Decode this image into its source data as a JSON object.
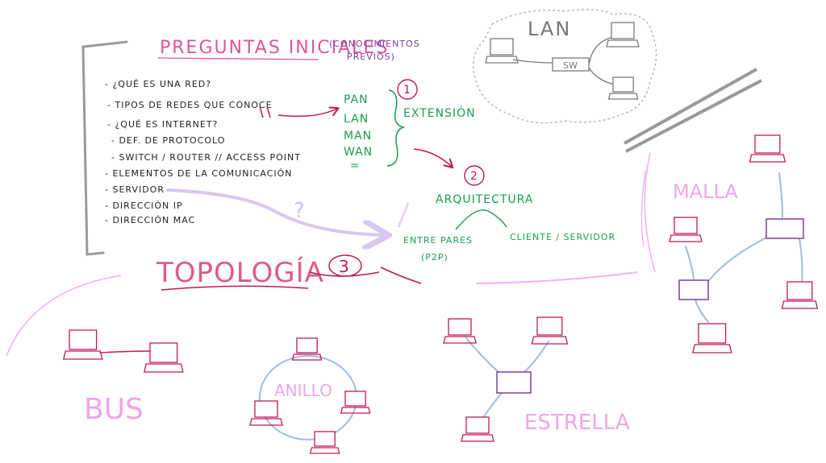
{
  "colors": {
    "magenta": "#c2185b",
    "pink": "#ee82ee",
    "green": "#1a9e4f",
    "purple": "#7b3f9e",
    "lightblue": "#8fb4d6",
    "gray": "#7a7a7a",
    "lavender": "#d9c7f0"
  },
  "header": {
    "title": "PREGUNTAS INICIALES",
    "subtitle_line1": "(CONOCIMIENTOS",
    "subtitle_line2": "PREVIOS)"
  },
  "questions": [
    "- ¿QUÉ ES UNA RED?",
    "- TIPOS DE REDES QUE CONOCE",
    "- ¿QUÉ ES INTERNET?",
    "- DEF. DE PROTOCOLO",
    "- SWITCH / ROUTER // ACCESS POINT",
    "- ELEMENTOS DE LA COMUNICACIÓN",
    "- SERVIDOR",
    "- DIRECCIÓN IP",
    "- DIRECCIÓN MAC"
  ],
  "question_mark": "?",
  "network_types": [
    "PAN",
    "LAN",
    "MAN",
    "WAN"
  ],
  "types_trailing": "=",
  "section1": {
    "number": "1",
    "label": "EXTENSIÓN"
  },
  "section2": {
    "number": "2",
    "label": "ARQUITECTURA",
    "left_line1": "ENTRE PARES",
    "left_line2": "(P2P)",
    "right": "CLIENTE / SERVIDOR"
  },
  "section3": {
    "title": "TOPOLOGÍA",
    "number": "3"
  },
  "lan_diagram": {
    "title": "LAN",
    "switch_label": "SW"
  },
  "topologies": {
    "bus": "BUS",
    "ring": "ANILLO",
    "star": "ESTRELLA",
    "mesh": "MALLA"
  }
}
